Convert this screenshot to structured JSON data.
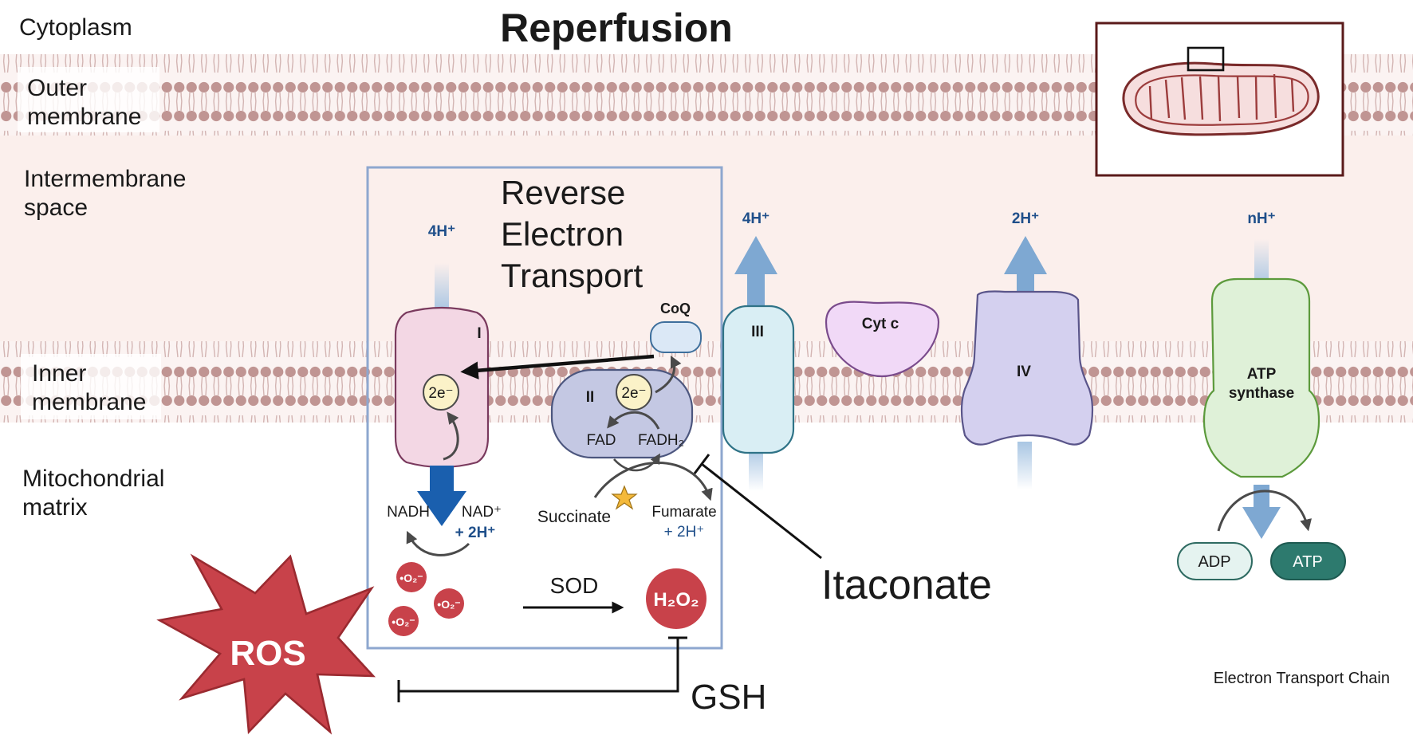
{
  "title": "Reperfusion",
  "regions": {
    "cytoplasm": "Cytoplasm",
    "outer_membrane": [
      "Outer",
      "membrane"
    ],
    "intermembrane_space": [
      "Intermembrane",
      "space"
    ],
    "inner_membrane": [
      "Inner",
      "membrane"
    ],
    "matrix": [
      "Mitochondrial",
      "matrix"
    ]
  },
  "ret_box": {
    "title": [
      "Reverse",
      "Electron",
      "Transport"
    ]
  },
  "complexes": {
    "c1": {
      "label": "I",
      "protons": "4H⁺"
    },
    "c2": {
      "label": "II"
    },
    "coq": {
      "label": "CoQ"
    },
    "c3": {
      "label": "III",
      "protons": "4H⁺"
    },
    "cytc": {
      "label": "Cyt c"
    },
    "c4": {
      "label": "IV",
      "protons": "2H⁺"
    },
    "atp_synthase": {
      "label": [
        "ATP",
        "synthase"
      ],
      "protons": "nH⁺"
    }
  },
  "electrons": {
    "label": "2e⁻"
  },
  "reactions": {
    "nadh": "NADH",
    "nad": "NAD⁺",
    "nad_h": "+ 2H⁺",
    "fad": "FAD",
    "fadh2": "FADH₂",
    "succinate": "Succinate",
    "fumarate": "Fumarate",
    "fumarate_h": "+ 2H⁺",
    "sod": "SOD",
    "h2o2": "H₂O₂",
    "superoxide": "•O₂⁻",
    "adp": "ADP",
    "atp": "ATP"
  },
  "ros": "ROS",
  "itaconate": "Itaconate",
  "gsh": "GSH",
  "caption": "Electron Transport Chain",
  "colors": {
    "membrane_head": "#c09593",
    "membrane_tail": "#d3b5b3",
    "ims_bg": "#fbefec",
    "ret_box": "#8ea7cf",
    "ros": "#c8424a",
    "proton_arrow": "#7ea8d2",
    "nadh_arrow": "#1a5fae"
  }
}
